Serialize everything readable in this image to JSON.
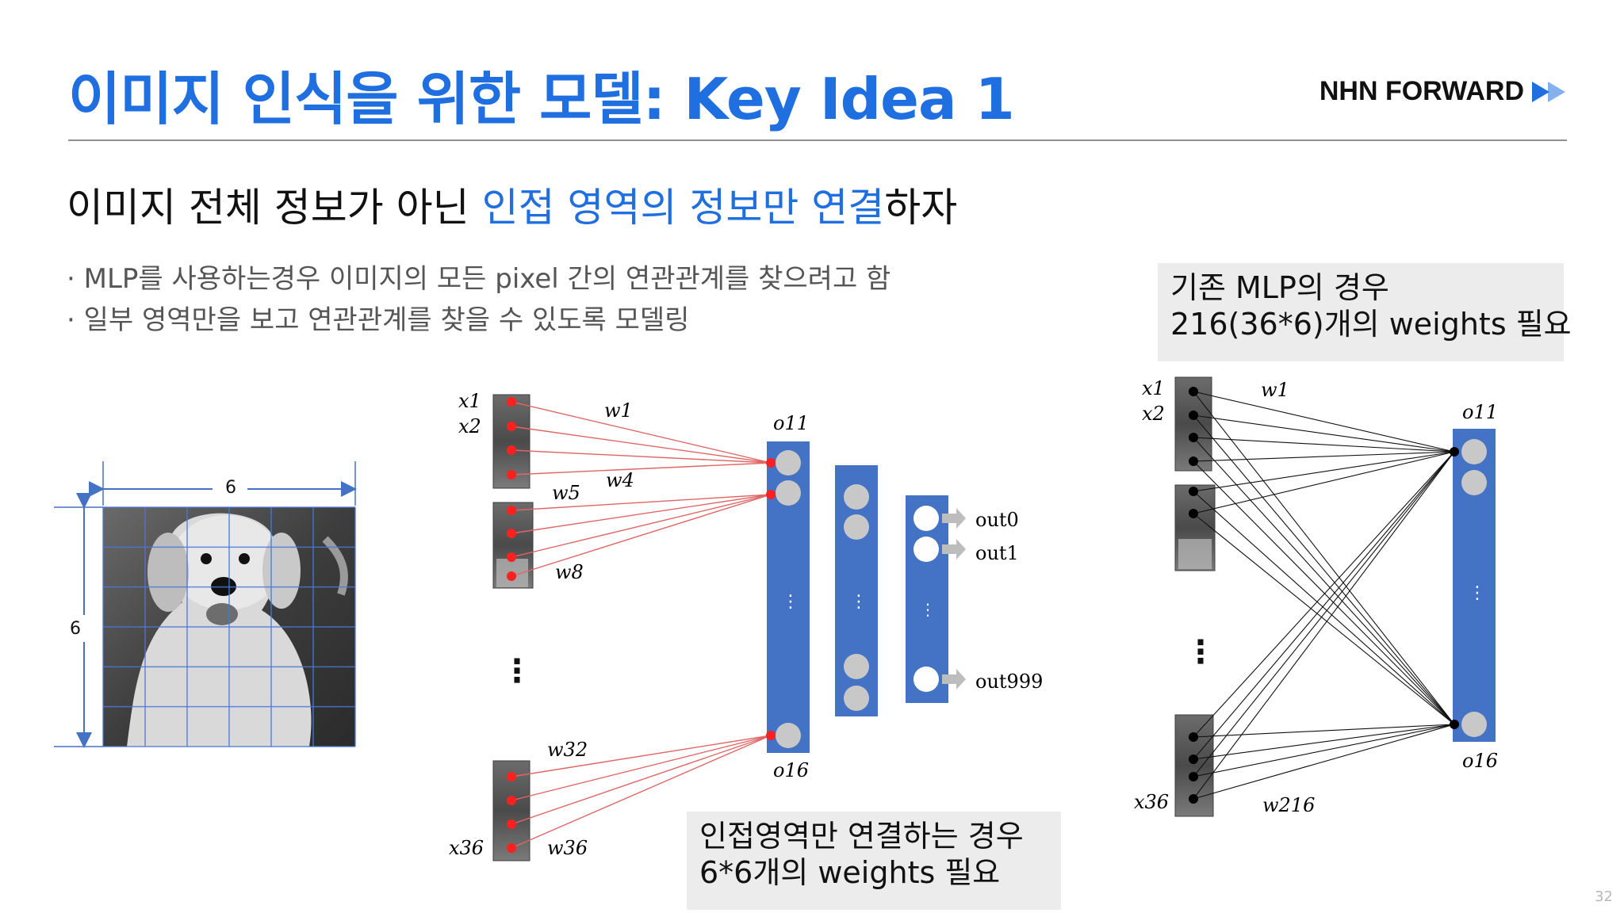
{
  "title": "이미지 인식을 위한 모델: Key Idea 1",
  "logo": {
    "text": "NHN FORWARD",
    "color": "#1f6fe0"
  },
  "subtitle": {
    "prefix": "이미지 전체 정보가 아닌 ",
    "highlight": "인접 영역의 정보만 연결",
    "suffix": "하자"
  },
  "bullets": [
    "· MLP를 사용하는경우 이미지의 모든 pixel 간의 연관관계를 찾으려고 함",
    "· 일부 영역만을 보고 연관관계를 찾을 수 있도록 모델링"
  ],
  "notes": {
    "mlp": [
      "기존 MLP의 경우",
      "216(36*6)개의 weights 필요"
    ],
    "local": [
      "인접영역만 연결하는 경우",
      "6*6개의 weights 필요"
    ]
  },
  "image_grid": {
    "rows": 6,
    "cols": 6,
    "width_label": "6",
    "height_label": "6"
  },
  "local_diagram": {
    "input_labels": [
      "x1",
      "x2",
      "x36"
    ],
    "weight_labels": [
      "w1",
      "w4",
      "w5",
      "w8",
      "w32",
      "w36"
    ],
    "hidden_labels": [
      "o11",
      "o16"
    ],
    "output_labels": [
      "out0",
      "out1",
      "out999"
    ]
  },
  "mlp_diagram": {
    "input_labels": [
      "x1",
      "x2",
      "x36"
    ],
    "weight_labels": [
      "w1",
      "w216"
    ],
    "hidden_labels": [
      "o11",
      "o16"
    ]
  },
  "colors": {
    "accent": "#1f6fe0",
    "layer": "#4472c4",
    "local_edge": "#e06666",
    "node_dot": "#ff2020",
    "note_bg": "#ececec"
  },
  "page_number": "32"
}
